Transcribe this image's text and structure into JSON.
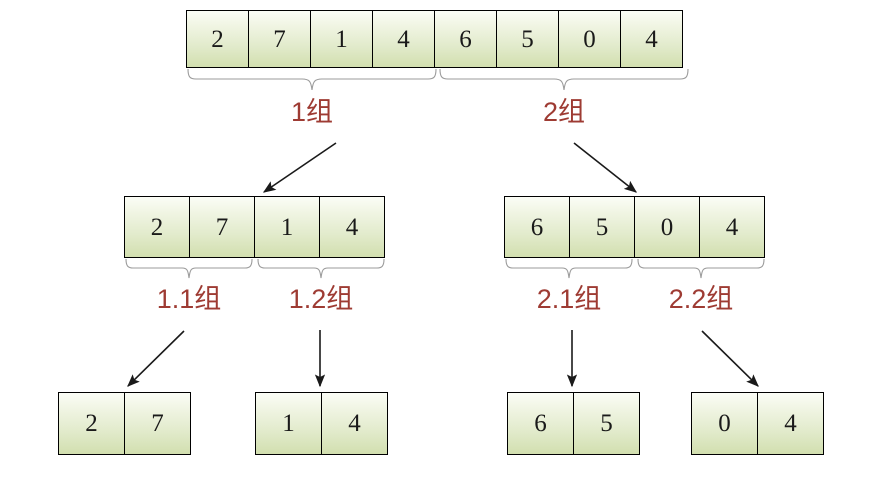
{
  "diagram": {
    "title": "merge-sort-split-diagram",
    "colors": {
      "label_text": "#9e3b33",
      "cell_border": "#000000",
      "cell_fill_top": "#fbfdf6",
      "cell_fill_bottom": "#d2dfaf",
      "brace_stroke": "#9b9b9b",
      "arrow_stroke": "#1a1a1a",
      "background": "#ffffff"
    },
    "levels": [
      {
        "name": "level-1",
        "rows": [
          {
            "name": "root-array",
            "values": [
              "2",
              "7",
              "1",
              "4",
              "6",
              "5",
              "0",
              "4"
            ]
          }
        ],
        "labels": [
          "1组",
          "2组"
        ]
      },
      {
        "name": "level-2",
        "rows": [
          {
            "name": "left-array",
            "values": [
              "2",
              "7",
              "1",
              "4"
            ]
          },
          {
            "name": "right-array",
            "values": [
              "6",
              "5",
              "0",
              "4"
            ]
          }
        ],
        "labels": [
          "1.1组",
          "1.2组",
          "2.1组",
          "2.2组"
        ]
      },
      {
        "name": "level-3",
        "rows": [
          {
            "name": "leaf-array-1",
            "values": [
              "2",
              "7"
            ]
          },
          {
            "name": "leaf-array-2",
            "values": [
              "1",
              "4"
            ]
          },
          {
            "name": "leaf-array-3",
            "values": [
              "6",
              "5"
            ]
          },
          {
            "name": "leaf-array-4",
            "values": [
              "0",
              "4"
            ]
          }
        ],
        "labels": []
      }
    ],
    "cells": {
      "root": [
        "2",
        "7",
        "1",
        "4",
        "6",
        "5",
        "0",
        "4"
      ],
      "mid_left": [
        "2",
        "7",
        "1",
        "4"
      ],
      "mid_right": [
        "6",
        "5",
        "0",
        "4"
      ],
      "leaf_1": [
        "2",
        "7"
      ],
      "leaf_2": [
        "1",
        "4"
      ],
      "leaf_3": [
        "6",
        "5"
      ],
      "leaf_4": [
        "0",
        "4"
      ]
    },
    "labels": {
      "g1": "1组",
      "g2": "2组",
      "g11": "1.1组",
      "g12": "1.2组",
      "g21": "2.1组",
      "g22": "2.2组"
    }
  }
}
